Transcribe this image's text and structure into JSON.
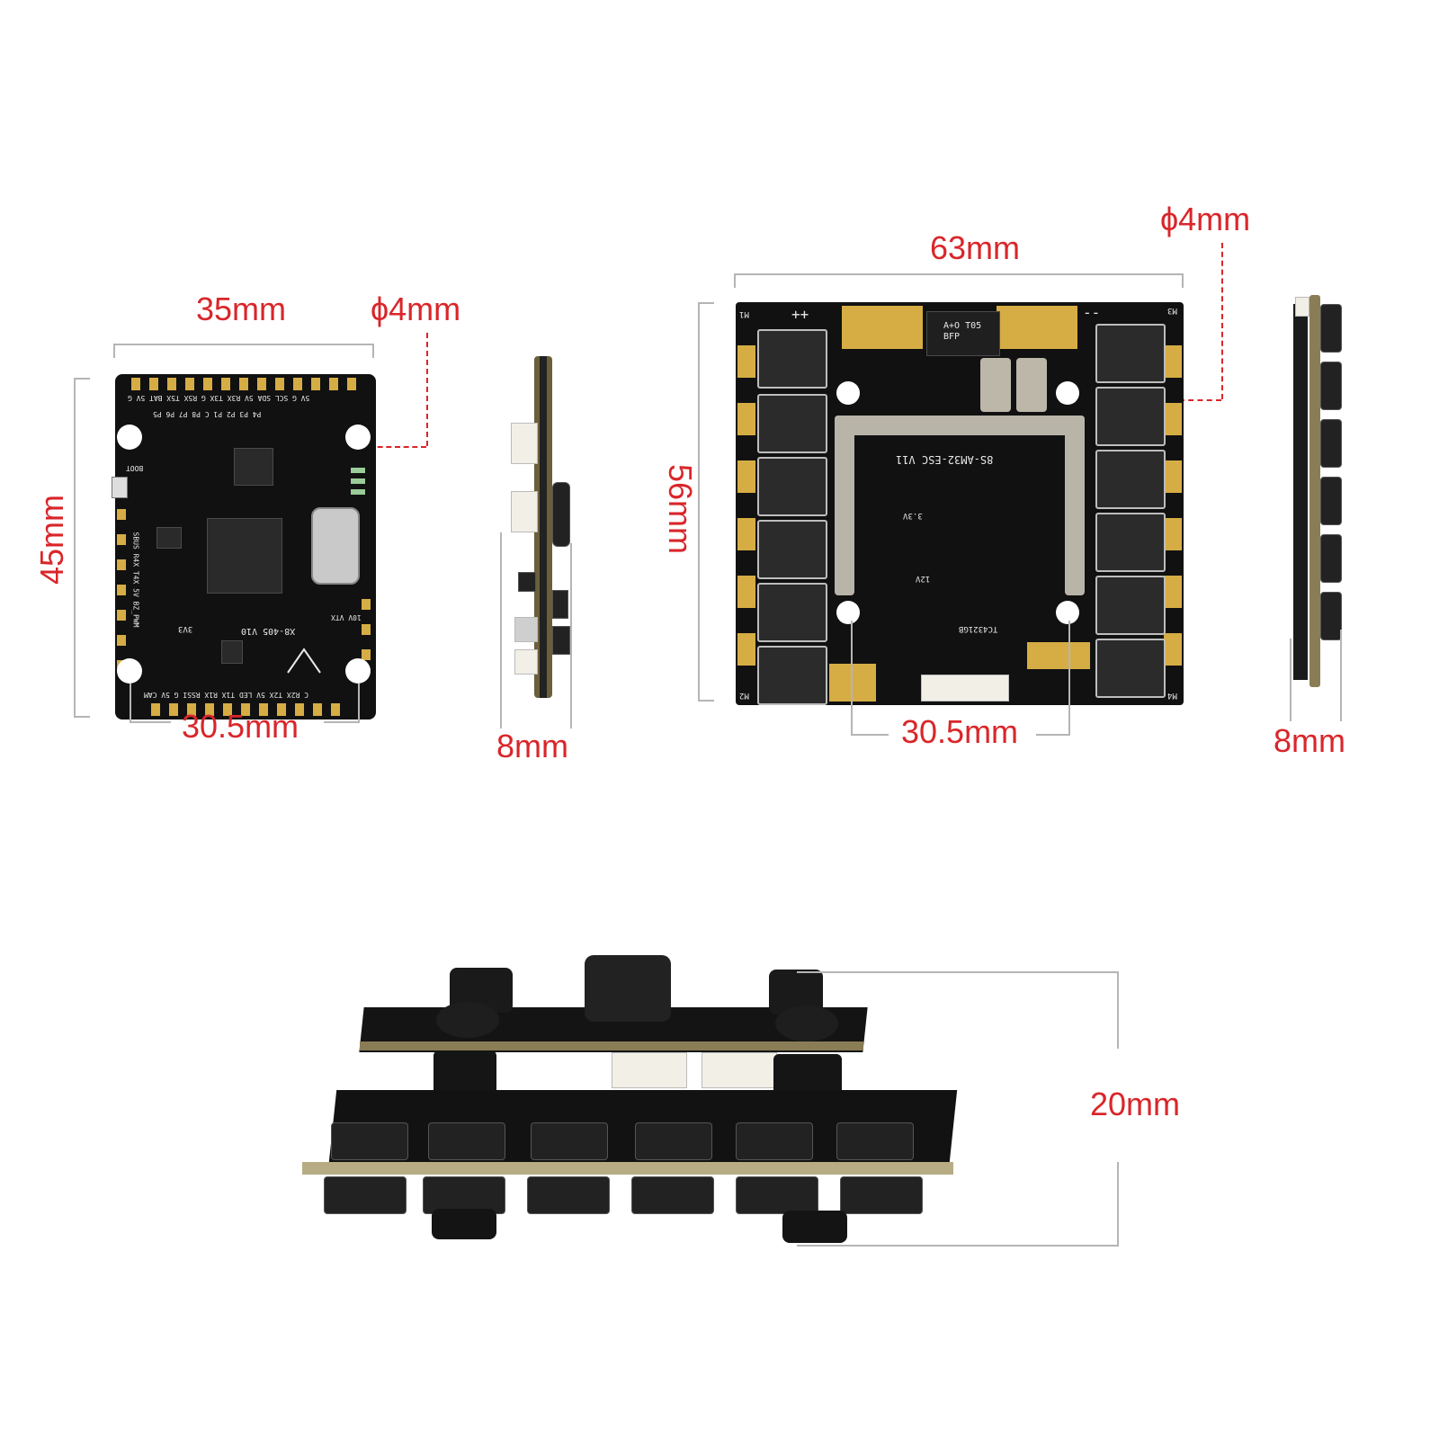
{
  "fc_board": {
    "width_label": "35mm",
    "height_label": "45mm",
    "hole_spacing_label": "30.5mm",
    "hole_label": "ϕ4mm",
    "thickness_label": "8mm",
    "model_text": "X8-405  V10",
    "boot_label": "BOOT",
    "pad_labels_top": "5V  G  SCL SDA  5V R3X T3X  G  R5X T5X BAT  5V  G",
    "pad_labels_top2": "P4  P3  P2  P1  C  P8  P7  P6  P5",
    "pad_labels_bottom": "C  R2X T2X  5V  LED  T1X R1X RSSI  G  5V  CAM",
    "pad_labels_left": "SBUS R4X T4X  5V  BZ_PWM",
    "pad_labels_right": "10V  VTX",
    "v33_label": "3V3"
  },
  "esc_board": {
    "width_label": "63mm",
    "height_label": "56mm",
    "hole_spacing_label": "30.5mm",
    "hole_label": "ϕ4mm",
    "thickness_label": "8mm",
    "model_text": "8S-AM32-ESC  V11",
    "motor_labels": [
      "M1",
      "M2",
      "M3",
      "M4"
    ],
    "power_plus": "++",
    "power_minus": "--",
    "chip_text": "A+O T05\nBFP",
    "mcu_text": "TC4321GB",
    "v33_text": "3.3V",
    "v12_text": "12V"
  },
  "stack": {
    "height_label": "20mm"
  },
  "colors": {
    "dimension_text": "#d9262a",
    "guide_line": "#b5b5b5",
    "pcb": "#111111",
    "gold_pad": "#d6ad44"
  }
}
